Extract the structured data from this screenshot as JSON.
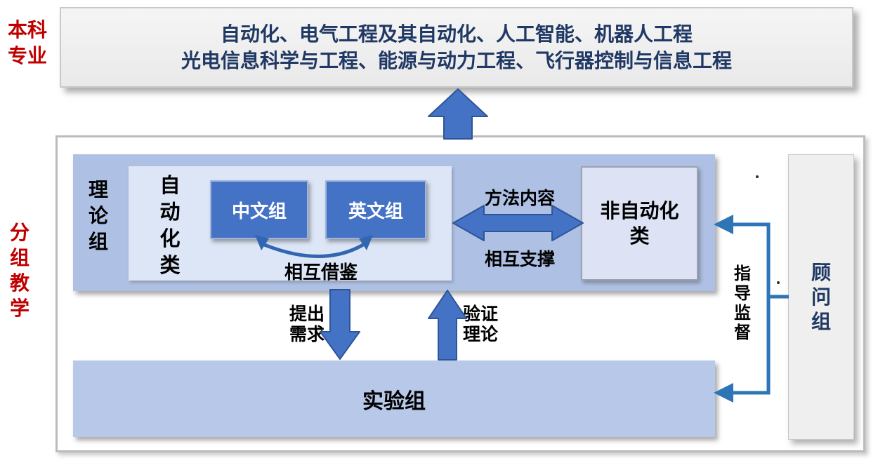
{
  "colors": {
    "navy_text": "#1F3864",
    "red_label": "#C00000",
    "primary_blue": "#4472C4",
    "arrow_outline": "#2F5597",
    "connector_blue": "#2E75B6",
    "theory_bg": "#AEC0E4",
    "experiment_bg": "#B7C8E8",
    "automation_inner_bg": "#DCE6F6",
    "non_automation_bg": "#DDE2F4",
    "gray_box_bg": "#EDEDED"
  },
  "left_labels": {
    "undergrad_line1": "本科",
    "undergrad_line2": "专业",
    "group_teaching": "分组教学"
  },
  "majors_box": {
    "line1": "自动化、电气工程及其自动化、人工智能、机器人工程",
    "line2": "光电信息科学与工程、能源与动力工程、飞行器控制与信息工程"
  },
  "theory_group": {
    "label": "理论组",
    "automation_category": {
      "label": "自动化类",
      "chinese_group": "中文组",
      "english_group": "英文组",
      "mutual_reference": "相互借鉴"
    },
    "exchange": {
      "top": "方法内容",
      "bottom": "相互支撑"
    },
    "non_automation_category": {
      "line1": "非自动化",
      "line2": "类"
    }
  },
  "flows": {
    "propose_line1": "提出",
    "propose_line2": "需求",
    "verify_line1": "验证",
    "verify_line2": "理论",
    "guide_supervise": "指导监督"
  },
  "experiment_group": {
    "label": "实验组"
  },
  "advisor_group": {
    "label": "顾问组"
  },
  "connectors": {
    "majors_up_arrow": "up-block-arrow",
    "methods_double_arrow": "horizontal-double-block-arrow",
    "propose_down_arrow": "down-block-arrow",
    "verify_up_arrow": "up-block-arrow",
    "mutual_reference_curve": "curved-double-arrow",
    "advisor_bracket": "left-pointing-bracket-arrows"
  }
}
